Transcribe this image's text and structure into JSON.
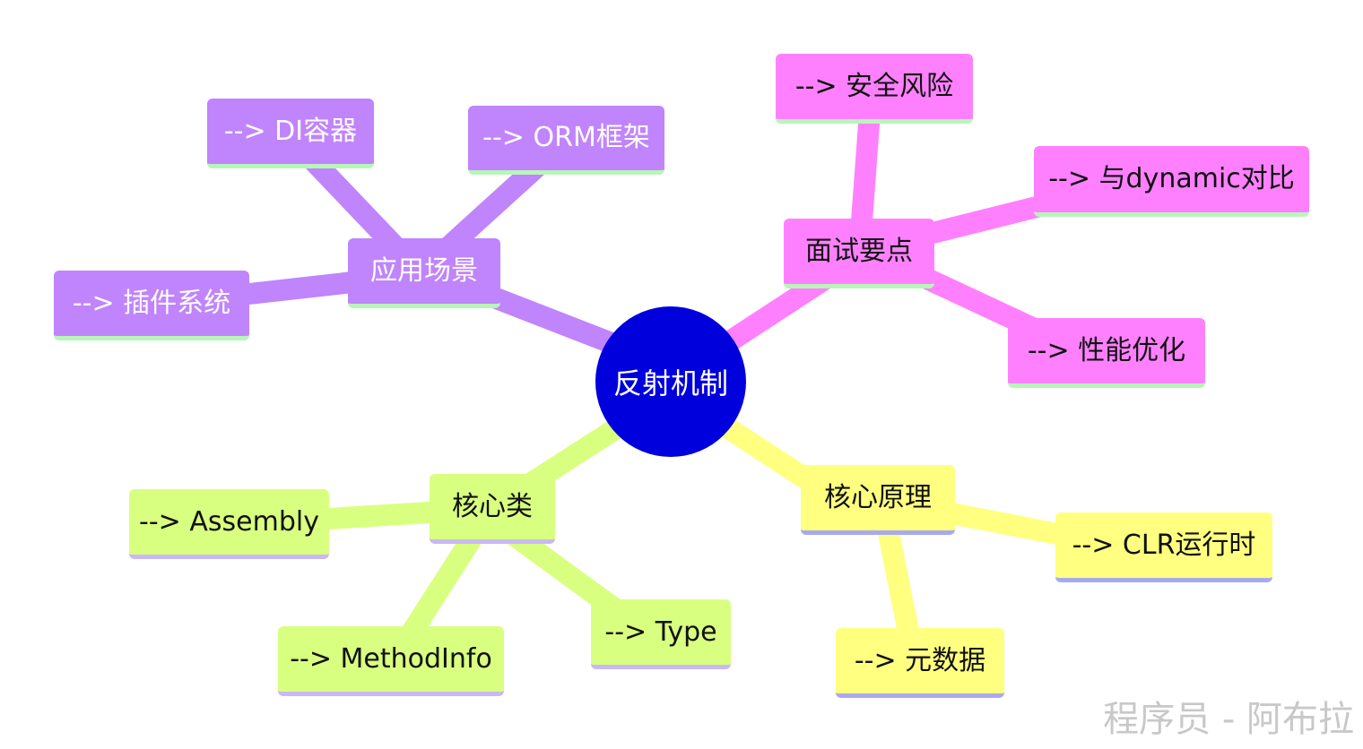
{
  "root": {
    "label": "反射机制"
  },
  "branches": {
    "apps": {
      "label": "应用场景",
      "children": [
        "--> DI容器",
        "--> ORM框架",
        "--> 插件系统"
      ],
      "color": "#c084fc"
    },
    "interview": {
      "label": "面试要点",
      "children": [
        "--> 安全风险",
        "--> 与dynamic对比",
        "--> 性能优化"
      ],
      "color": "#ff80ff"
    },
    "core_classes": {
      "label": "核心类",
      "children": [
        "--> Assembly",
        "--> MethodInfo",
        "--> Type"
      ],
      "color": "#d9ff80"
    },
    "principles": {
      "label": "核心原理",
      "children": [
        "--> CLR运行时",
        "--> 元数据"
      ],
      "color": "#ffff80"
    }
  },
  "root_color": "#0000dd",
  "watermark": "程序员 - 阿布拉"
}
